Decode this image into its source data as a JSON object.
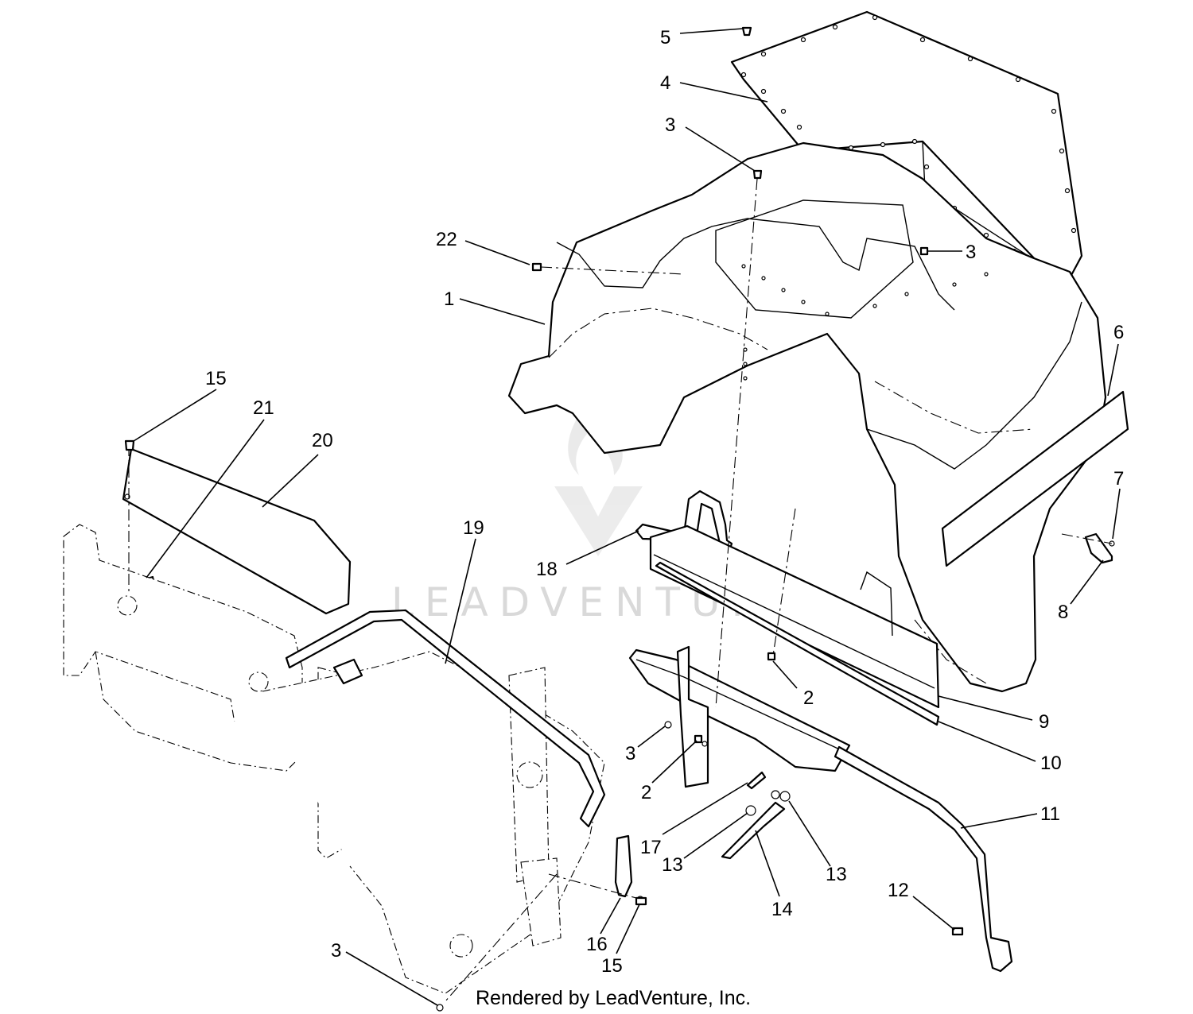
{
  "diagram": {
    "callouts": [
      {
        "id": "c5",
        "text": "5"
      },
      {
        "id": "c4",
        "text": "4"
      },
      {
        "id": "c3a",
        "text": "3"
      },
      {
        "id": "c22",
        "text": "22"
      },
      {
        "id": "c3b",
        "text": "3"
      },
      {
        "id": "c1",
        "text": "1"
      },
      {
        "id": "c6",
        "text": "6"
      },
      {
        "id": "c15a",
        "text": "15"
      },
      {
        "id": "c21",
        "text": "21"
      },
      {
        "id": "c20",
        "text": "20"
      },
      {
        "id": "c19",
        "text": "19"
      },
      {
        "id": "c7",
        "text": "7"
      },
      {
        "id": "c18",
        "text": "18"
      },
      {
        "id": "c8",
        "text": "8"
      },
      {
        "id": "c2a",
        "text": "2"
      },
      {
        "id": "c9",
        "text": "9"
      },
      {
        "id": "c3c",
        "text": "3"
      },
      {
        "id": "c10",
        "text": "10"
      },
      {
        "id": "c2b",
        "text": "2"
      },
      {
        "id": "c11",
        "text": "11"
      },
      {
        "id": "c17",
        "text": "17"
      },
      {
        "id": "c13a",
        "text": "13"
      },
      {
        "id": "c13b",
        "text": "13"
      },
      {
        "id": "c14",
        "text": "14"
      },
      {
        "id": "c12",
        "text": "12"
      },
      {
        "id": "c16",
        "text": "16"
      },
      {
        "id": "c15b",
        "text": "15"
      },
      {
        "id": "c3d",
        "text": "3"
      }
    ],
    "watermark": "LEADVENTURE",
    "footer": "Rendered by LeadVenture, Inc."
  }
}
